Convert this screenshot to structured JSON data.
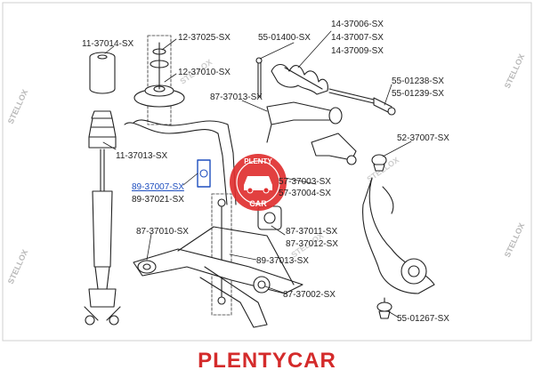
{
  "part_labels": [
    {
      "id": "11-37014",
      "text": "11-37014-SX"
    },
    {
      "id": "12-37025",
      "text": "12-37025-SX"
    },
    {
      "id": "55-01400",
      "text": "55-01400-SX"
    },
    {
      "id": "14-37006",
      "text": "14-37006-SX"
    },
    {
      "id": "14-37007",
      "text": "14-37007-SX"
    },
    {
      "id": "14-37009",
      "text": "14-37009-SX"
    },
    {
      "id": "12-37010",
      "text": "12-37010-SX"
    },
    {
      "id": "55-01238",
      "text": "55-01238-SX"
    },
    {
      "id": "55-01239",
      "text": "55-01239-SX"
    },
    {
      "id": "87-37013",
      "text": "87-37013-SX"
    },
    {
      "id": "11-37013",
      "text": "11-37013-SX"
    },
    {
      "id": "52-37007",
      "text": "52-37007-SX"
    },
    {
      "id": "89-37007",
      "text": "89-37007-SX",
      "highlight": true
    },
    {
      "id": "89-37021",
      "text": "89-37021-SX"
    },
    {
      "id": "57-37003",
      "text": "57-37003-SX"
    },
    {
      "id": "57-37004",
      "text": "57-37004-SX"
    },
    {
      "id": "87-37010",
      "text": "87-37010-SX"
    },
    {
      "id": "87-37011",
      "text": "87-37011-SX"
    },
    {
      "id": "87-37012",
      "text": "87-37012-SX"
    },
    {
      "id": "89-37013",
      "text": "89-37013-SX"
    },
    {
      "id": "87-37002",
      "text": "87-37002-SX"
    },
    {
      "id": "55-01267",
      "text": "55-01267-SX"
    }
  ],
  "brand": {
    "text": "PLENTYCAR",
    "color": "#d42b2b"
  },
  "watermark": {
    "text": "STELLOX",
    "color": "#b9b9b9"
  },
  "logo": {
    "top_text": "PLENTY",
    "bottom_text": "CAR",
    "color": "#e03030"
  },
  "colors": {
    "line": "#222222",
    "part_fill": "#ffffff",
    "highlight_label": "#1f4fbf"
  }
}
